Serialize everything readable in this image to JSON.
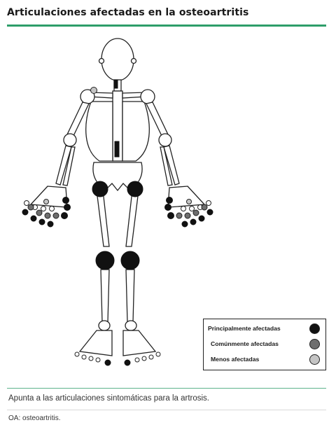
{
  "title": "Articulaciones afectadas en la osteoartritis",
  "legend": [
    {
      "label": "Principalmente afectadas",
      "color": "#111111"
    },
    {
      "label": "Comúnmente afectadas",
      "color": "#6e6e6e"
    },
    {
      "label": "Menos afectadas",
      "color": "#c4c4c4"
    }
  ],
  "caption": "Apunta a las articulaciones sintomáticas para la artrosis.",
  "footnote": "OA: osteoartritis.",
  "icons": [
    "skeleton-figure"
  ]
}
